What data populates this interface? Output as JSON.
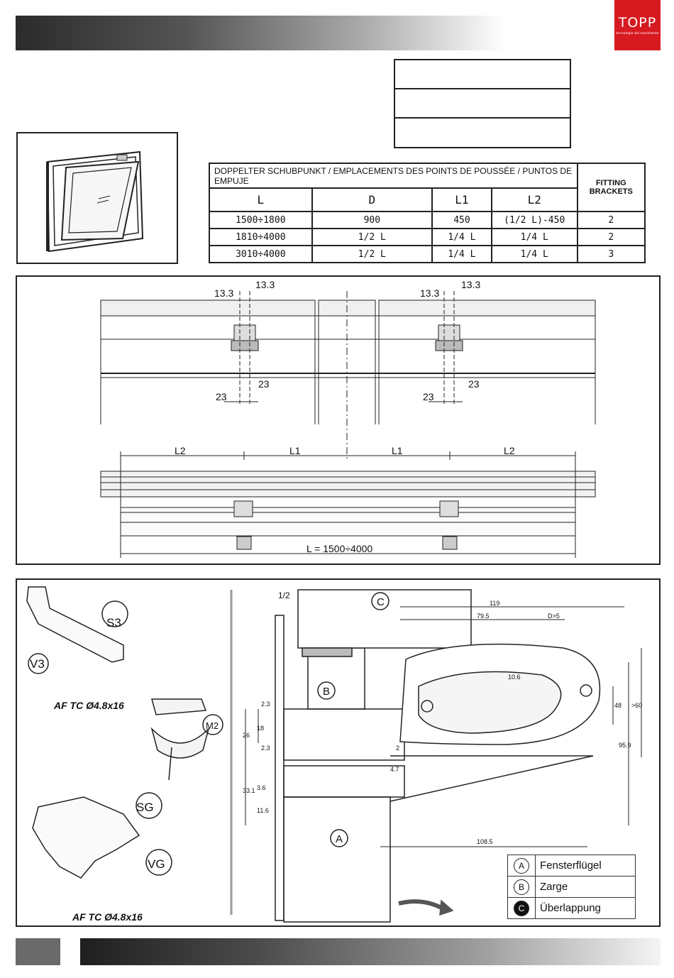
{
  "brand": {
    "name": "TOPP",
    "tagline": "tecnologie del movimento",
    "color": "#d71920"
  },
  "table": {
    "header_title": "DOPPELTER SCHUBPUNKT / EMPLACEMENTS DES POINTS DE POUSSÉE / PUNTOS DE EMPUJE",
    "fitting_label": "FITTING BRACKETS",
    "columns": [
      "L",
      "D",
      "L1",
      "L2"
    ],
    "rows": [
      {
        "L": "1500÷1800",
        "D": "900",
        "L1": "450",
        "L2": "(1/2 L)-450",
        "fitting": "2"
      },
      {
        "L": "1810÷4000",
        "D": "1/2 L",
        "L1": "1/4 L",
        "L2": "1/4 L",
        "fitting": "2"
      },
      {
        "L": "3010÷4000",
        "D": "1/2 L",
        "L1": "1/4 L",
        "L2": "1/4 L",
        "fitting": "3"
      }
    ]
  },
  "install_drawing": {
    "dim_13_3": "13.3",
    "dim_23": "23",
    "label_L1": "L1",
    "label_L2": "L2",
    "length_label": "L = 1500÷4000"
  },
  "parts": {
    "s3": "S3",
    "v3": "V3",
    "m2": "M2",
    "sg": "SG",
    "vg": "VG",
    "screw_spec_1": "AF TC Ø4.8x16",
    "screw_spec_2": "AF TC Ø4.8x16"
  },
  "section": {
    "label_a": "A",
    "label_b": "B",
    "label_c": "C",
    "label_half": "1/2",
    "dims": [
      "119",
      "79.5",
      "D>5",
      "10.6",
      "48",
      ">60",
      "95.9",
      "2.3",
      "26",
      "18",
      "2.3",
      "2",
      "4.7",
      "33.1",
      "3.6",
      "11.6",
      "108.5"
    ]
  },
  "legend": [
    {
      "key": "A",
      "text": "Fensterflügel",
      "filled": false
    },
    {
      "key": "B",
      "text": "Zarge",
      "filled": false
    },
    {
      "key": "C",
      "text": "Überlappung",
      "filled": true
    }
  ]
}
